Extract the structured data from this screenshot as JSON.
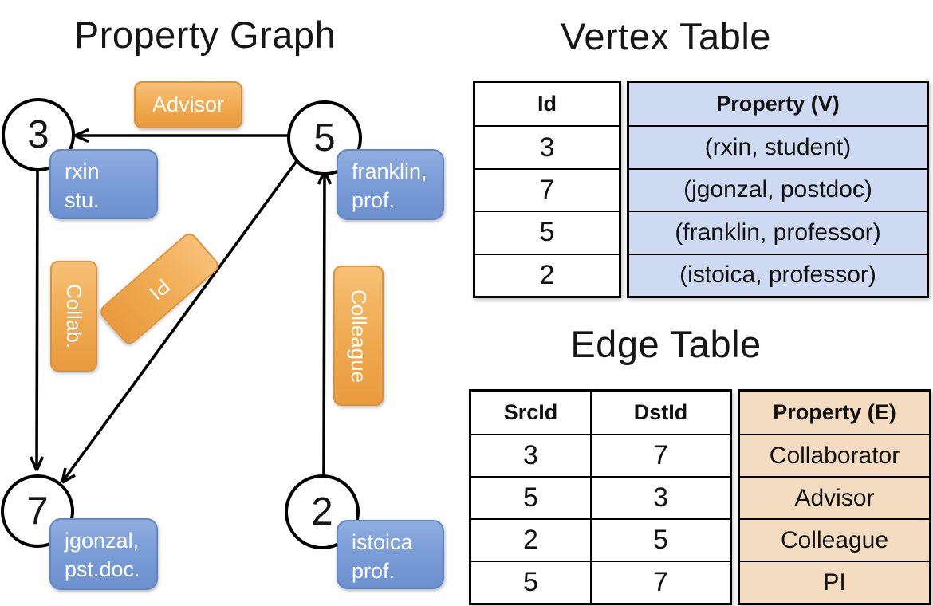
{
  "graph": {
    "title": "Property Graph",
    "nodes": {
      "n3": "3",
      "n5": "5",
      "n7": "7",
      "n2": "2"
    },
    "edge_labels": {
      "advisor": "Advisor",
      "collab": "Collab.",
      "pi": "PI",
      "colleague": "Colleague"
    },
    "vertex_cards": {
      "rxin": {
        "line1": "rxin",
        "line2": "stu."
      },
      "franklin": {
        "line1": "franklin,",
        "line2": "prof."
      },
      "jgonzal": {
        "line1": "jgonzal,",
        "line2": "pst.doc."
      },
      "istoica": {
        "line1": "istoica",
        "line2": "prof."
      }
    }
  },
  "vertex_table": {
    "title": "Vertex Table",
    "headers": {
      "id": "Id",
      "property": "Property (V)"
    },
    "rows": [
      {
        "id": "3",
        "property": "(rxin, student)"
      },
      {
        "id": "7",
        "property": "(jgonzal, postdoc)"
      },
      {
        "id": "5",
        "property": "(franklin, professor)"
      },
      {
        "id": "2",
        "property": "(istoica, professor)"
      }
    ]
  },
  "edge_table": {
    "title": "Edge Table",
    "headers": {
      "src": "SrcId",
      "dst": "DstId",
      "property": "Property (E)"
    },
    "rows": [
      {
        "src": "3",
        "dst": "7",
        "property": "Collaborator"
      },
      {
        "src": "5",
        "dst": "3",
        "property": "Advisor"
      },
      {
        "src": "2",
        "dst": "5",
        "property": "Colleague"
      },
      {
        "src": "5",
        "dst": "7",
        "property": "PI"
      }
    ]
  },
  "colors": {
    "edge_label_fill": "#EFA94F",
    "vertex_card_fill": "#7B9DD7",
    "vertex_table_property_fill": "#CEDAF1",
    "edge_table_property_fill": "#F4DCC0",
    "line_color": "#000000"
  }
}
